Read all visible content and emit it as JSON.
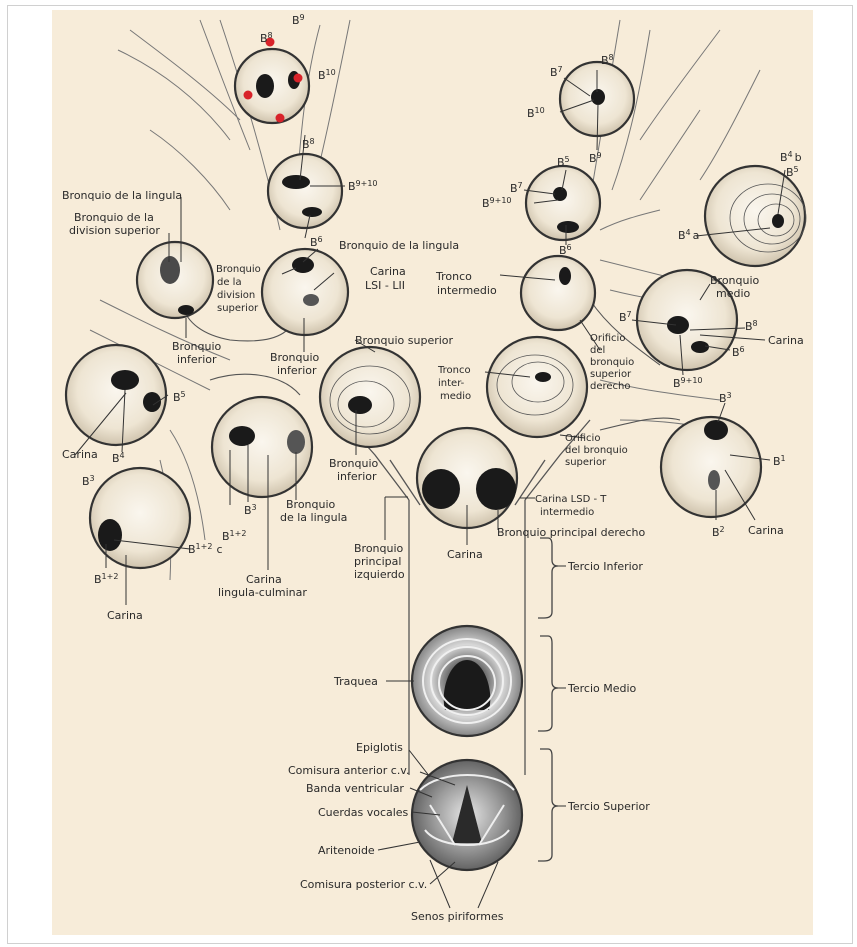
{
  "labels": {
    "b8_top": "B",
    "b8_top_sup": "8",
    "b9_top": "B",
    "b9_top_sup": "9",
    "b10_top": "B",
    "b10_top_sup": "10",
    "b8_left2": "B",
    "b8_left2_sup": "8",
    "b910_left2": "B",
    "b910_left2_sup": "9+10",
    "b6_left": "B",
    "b6_left_sup": "6",
    "bronquio_lingula_1": "Bronquio de la lingula",
    "bronquio_div_sup_1": "Bronquio de la",
    "bronquio_div_sup_2": "division superior",
    "bronquio_lingula_2": "Bronquio de la lingula",
    "carina_lsi_1": "Carina",
    "carina_lsi_2": "LSI - LII",
    "bronquio_ds_a": "Bronquio",
    "bronquio_ds_b": "de la",
    "bronquio_ds_c": "division",
    "bronquio_ds_d": "superior",
    "bronquio_inferior_1a": "Bronquio",
    "bronquio_inferior_1b": "inferior",
    "bronquio_inferior_2a": "Bronquio",
    "bronquio_inferior_2b": "inferior",
    "bronquio_superior": "Bronquio superior",
    "b5_left": "B",
    "b5_left_sup": "5",
    "b4_left": "B",
    "b4_left_sup": "4",
    "carina_left": "Carina",
    "b3_left": "B",
    "b3_left_sup": "3",
    "b12_left": "B",
    "b12_left_sup": "1+2",
    "bronquio_lingula_3a": "Bronquio",
    "bronquio_lingula_3b": "de la lingula",
    "bronquio_inferior_3a": "Bronquio",
    "bronquio_inferior_3b": "inferior",
    "b3_ll": "B",
    "b3_ll_sup": "3",
    "b12c": "B",
    "b12c_sup": "1+2",
    "b12c_c": "c",
    "b12_ll": "B",
    "b12_ll_sup": "1+2",
    "carina_ll": "Carina",
    "carina_lc_1": "Carina",
    "carina_lc_2": "lingula-culminar",
    "b7_r": "B",
    "b7_r_sup": "7",
    "b8_r": "B",
    "b8_r_sup": "8",
    "b10_r": "B",
    "b10_r_sup": "10",
    "b9_r": "B",
    "b9_r_sup": "9",
    "b5_r2": "B",
    "b5_r2_sup": "5",
    "b7_r2": "B",
    "b7_r2_sup": "7",
    "b910_r2": "B",
    "b910_r2_sup": "9+10",
    "b6_r2": "B",
    "b6_r2_sup": "6",
    "b4b": "B",
    "b4b_sup": "4",
    "b4b_b": "b",
    "b5_rr": "B",
    "b5_rr_sup": "5",
    "b4a": "B",
    "b4a_sup": "4",
    "b4a_a": "a",
    "tronco_int_1": "Tronco",
    "tronco_int_2": "intermedio",
    "bronquio_medio_1": "Bronquio",
    "bronquio_medio_2": "medio",
    "b7_rm": "B",
    "b7_rm_sup": "7",
    "b8_rm": "B",
    "b8_rm_sup": "8",
    "carina_rm": "Carina",
    "b6_rm": "B",
    "b6_rm_sup": "6",
    "b910_rm": "B",
    "b910_rm_sup": "9+10",
    "orificio_1": "Orificio",
    "orificio_2": "del",
    "orificio_3": "bronquio",
    "orificio_4": "superior",
    "orificio_5": "derecho",
    "tronco_inter_1": "Tronco",
    "tronco_inter_2": "inter-",
    "tronco_inter_3": "medio",
    "orif_sup_1": "Orificio",
    "orif_sup_2": "del bronquio",
    "orif_sup_3": "superior",
    "b3_rr": "B",
    "b3_rr_sup": "3",
    "b1_rr": "B",
    "b1_rr_sup": "1",
    "b2_rr": "B",
    "b2_rr_sup": "2",
    "carina_rr": "Carina",
    "carina_lsd_1": "Carina LSD - T",
    "carina_lsd_2": "intermedio",
    "bronquio_ppal_der": "Bronquio principal derecho",
    "bronquio_ppal_izq_1": "Bronquio",
    "bronquio_ppal_izq_2": "principal",
    "bronquio_ppal_izq_3": "izquierdo",
    "carina_main": "Carina",
    "tercio_inferior": "Tercio Inferior",
    "traquea": "Traquea",
    "tercio_medio": "Tercio Medio",
    "epiglotis": "Epiglotis",
    "comisura_anterior": "Comisura anterior c.v.",
    "banda_ventricular": "Banda ventricular",
    "cuerdas_vocales": "Cuerdas vocales",
    "tercio_superior": "Tercio Superior",
    "aritenoide": "Aritenoide",
    "comisura_posterior": "Comisura posterior c.v.",
    "senos_piriformes": "Senos piriformes"
  },
  "colors": {
    "background": "#f7ecd9",
    "line": "#3a3a3a",
    "marker": "#d8232a"
  }
}
